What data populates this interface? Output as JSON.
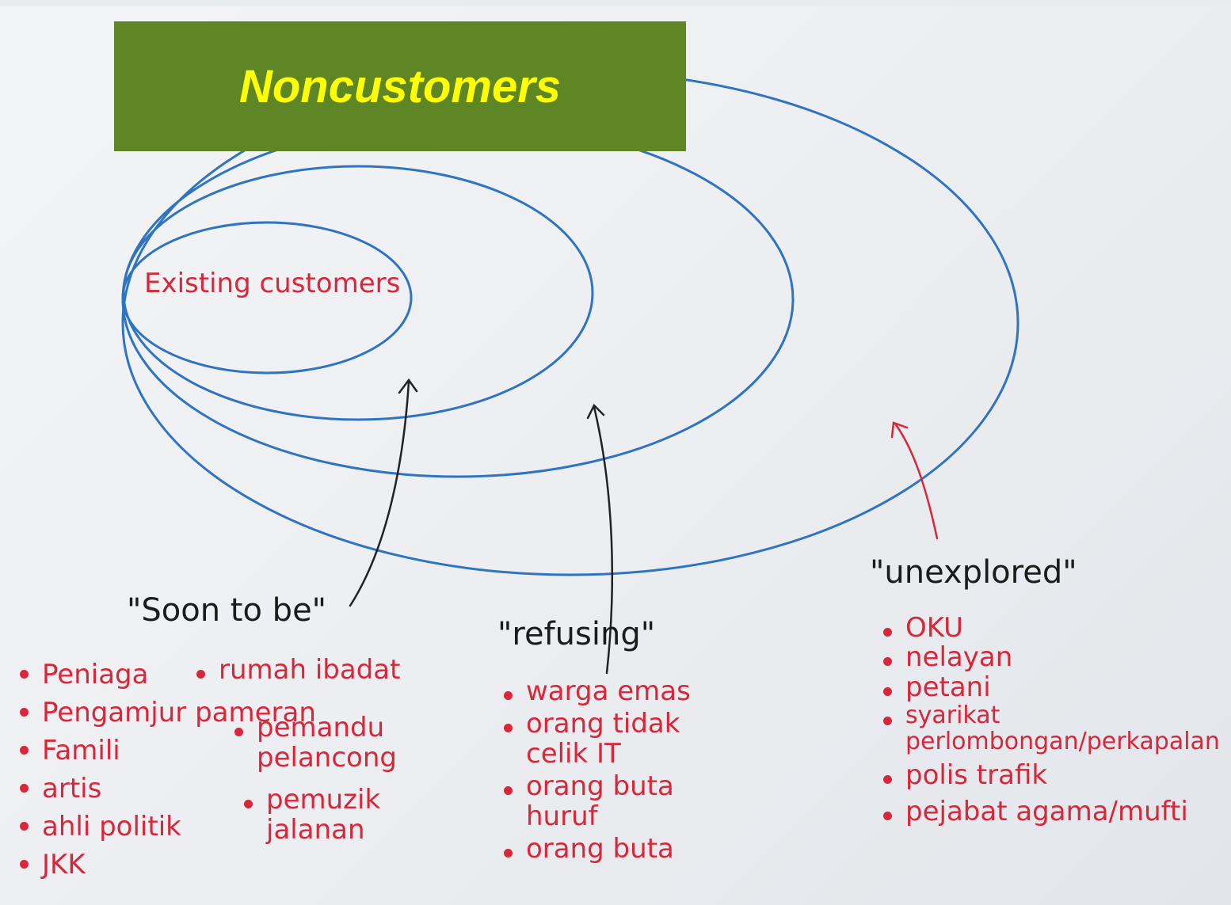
{
  "title": "Noncustomers",
  "core_label": "Existing customers",
  "tiers": [
    {
      "label": "\"Soon to be\"",
      "items": [
        "Peniaga",
        "Pengamjur pameran",
        "Famili",
        "artis",
        "ahli politik",
        "JKK"
      ],
      "items_col2": [
        "rumah ibadat",
        "pemandu pelancong",
        "pemuzik jalanan"
      ]
    },
    {
      "label": "\"refusing\"",
      "items": [
        "warga emas",
        "orang tidak celik IT",
        "orang buta huruf",
        "orang buta"
      ]
    },
    {
      "label": "\"unexplored\"",
      "items": [
        "OKU",
        "nelayan",
        "petani",
        "syarikat perlombongan/perkapalan",
        "polis trafik",
        "pejabat agama/mufti"
      ]
    }
  ],
  "colors": {
    "banner": "#5e8625",
    "banner_text": "#ffff00",
    "circle": "#2f74c0",
    "ink_red": "#d8263a",
    "ink_black": "#1b1b1b"
  }
}
